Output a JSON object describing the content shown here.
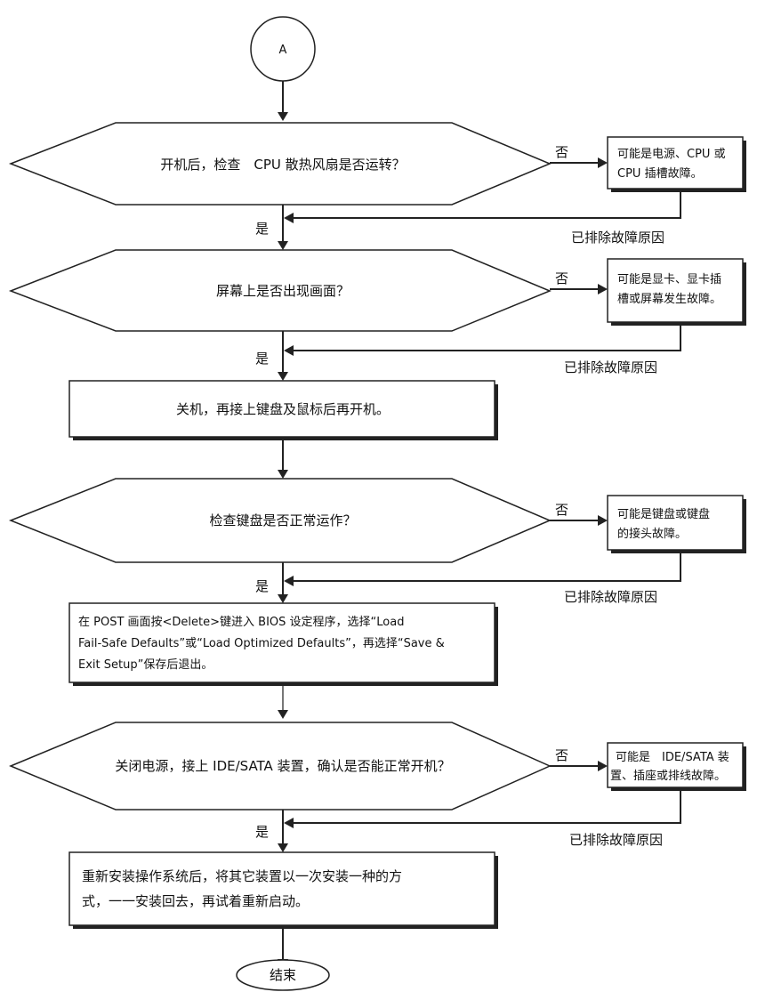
{
  "start_label": "A",
  "end_label": "结束",
  "decisions": [
    {
      "text": "开机后，检查　CPU 散热风扇是否运转？",
      "no_label": "否",
      "yes_label": "是",
      "fault": [
        "可能是电源、CPU 或",
        "CPU 插槽故障。"
      ],
      "resolved": "已排除故障原因"
    },
    {
      "text": "屏幕上是否出现画面？",
      "no_label": "否",
      "yes_label": "是",
      "fault": [
        "可能是显卡、显卡插",
        "槽或屏幕发生故障。"
      ],
      "resolved": "已排除故障原因"
    },
    {
      "text": "检查键盘是否正常运作？",
      "no_label": "否",
      "yes_label": "是",
      "fault": [
        "可能是键盘或键盘",
        "的接头故障。"
      ],
      "resolved": "已排除故障原因"
    },
    {
      "text": "关闭电源，接上 IDE/SATA 装置，确认是否能正常开机？",
      "no_label": "否",
      "yes_label": "是",
      "fault": [
        "可能是　IDE/SATA 装",
        "置、插座或排线故障。"
      ],
      "resolved": "已排除故障原因"
    }
  ],
  "steps": [
    [
      "关机，再接上键盘及鼠标后再开机。"
    ],
    [
      "在 POST 画面按<Delete>键进入 BIOS 设定程序，选择“Load",
      "Fail-Safe Defaults”或“Load Optimized Defaults”，再选择“Save &",
      "Exit Setup”保存后退出。"
    ],
    [
      "重新安装操作系统后，将其它装置以一次安装一种的方",
      "式，一一安装回去，再试着重新启动。"
    ]
  ]
}
